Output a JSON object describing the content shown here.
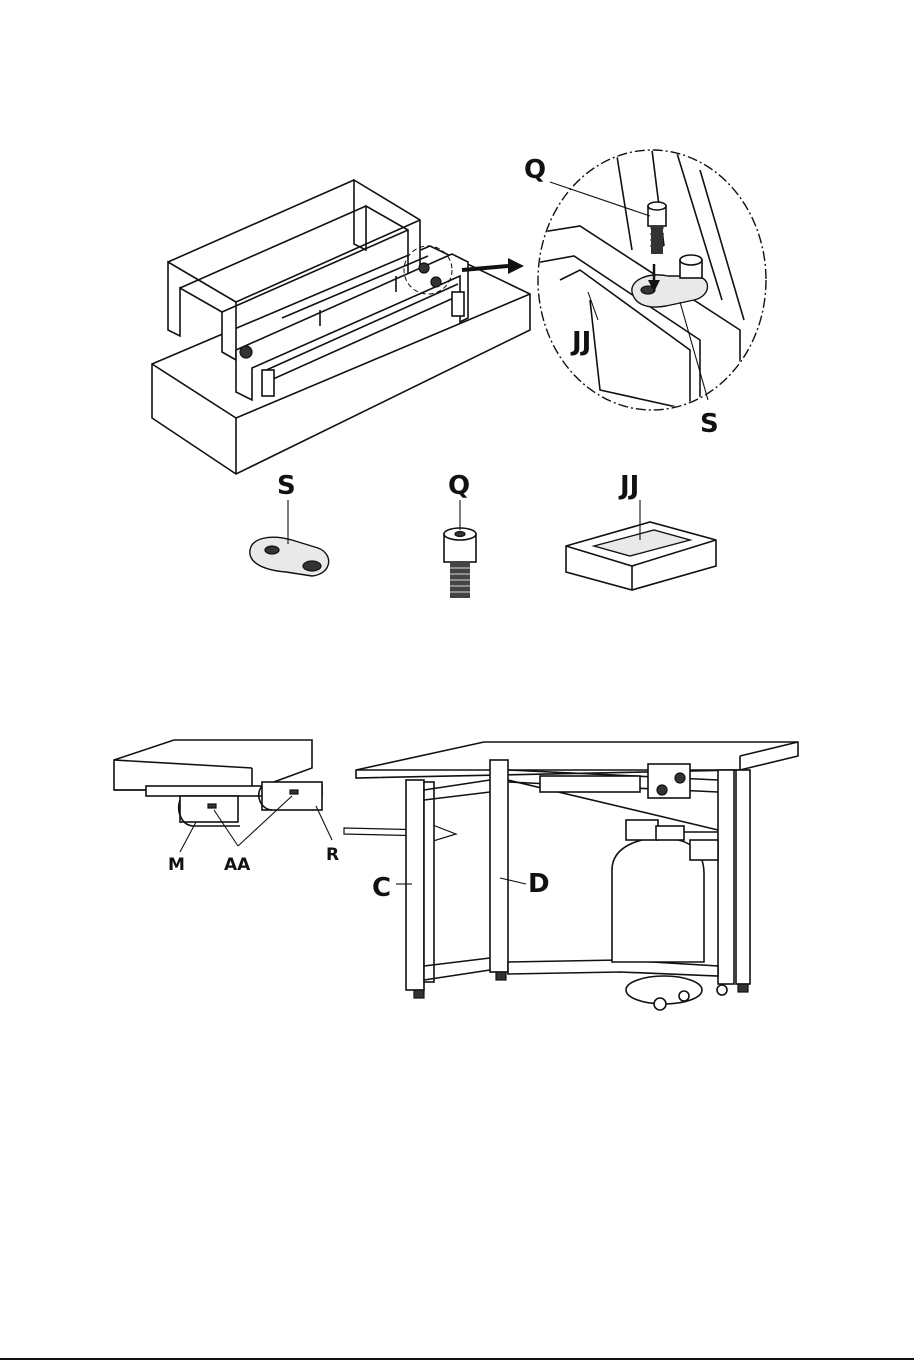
{
  "labels": {
    "q_detail": "Q",
    "jj_detail": "JJ",
    "s_detail": "S",
    "s_part": "S",
    "q_part": "Q",
    "jj_part": "JJ",
    "m": "M",
    "aa": "AA",
    "r": "R",
    "c": "C",
    "d": "D"
  }
}
